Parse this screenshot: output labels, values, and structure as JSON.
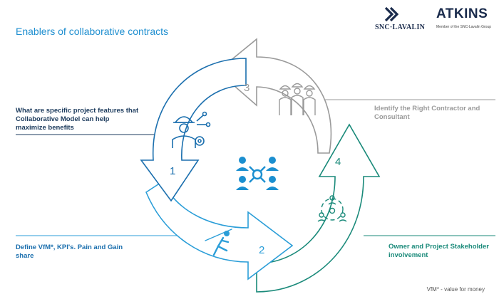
{
  "title": "Enablers of collaborative contracts",
  "logos": {
    "snc_lavalin": "SNC·LAVALIN",
    "atkins": "ATKINS",
    "atkins_sub": "Member of the SNC-Lavalin Group"
  },
  "steps": [
    {
      "number": "1",
      "label": "What are specific project features that Collaborative Model can help maximize benefits",
      "icon": "engineer-gear-icon",
      "color": "#1b6fae"
    },
    {
      "number": "2",
      "label": "Define VfM*, KPI's. Pain and Gain share",
      "icon": "javelin-thrower-icon",
      "color": "#2b9ed8"
    },
    {
      "number": "3",
      "label": "Identify the Right Contractor and Consultant",
      "icon": "contractors-group-icon",
      "color": "#9a9a9a"
    },
    {
      "number": "4",
      "label": "Owner and Project Stakeholder involvement",
      "icon": "stakeholder-cycle-icon",
      "color": "#1a8a7a"
    }
  ],
  "center_icon": "collaboration-network-icon",
  "footnote": "VfM* - value for money"
}
